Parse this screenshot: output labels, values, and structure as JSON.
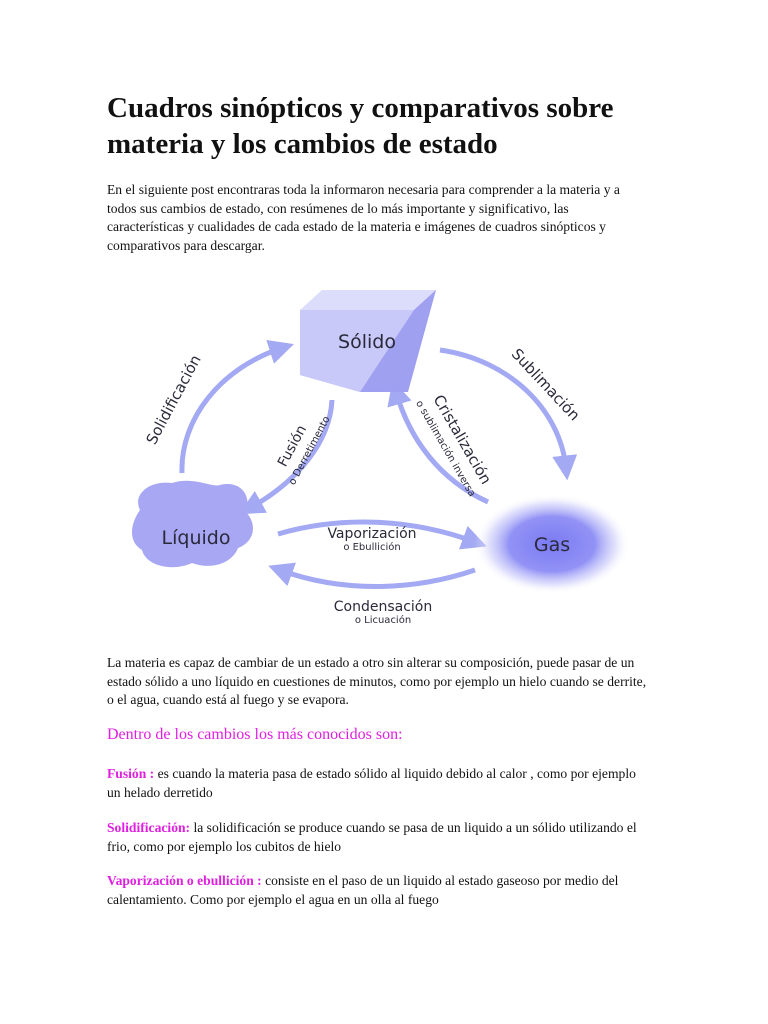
{
  "title": "Cuadros sinópticos y comparativos sobre materia y los cambios de estado",
  "intro": "En el siguiente post encontraras toda la informaron necesaria para comprender a la materia y a todos sus cambios de estado, con resúmenes de lo más importante y significativo, las características y cualidades de cada estado de la materia e imágenes de cuadros sinópticos y comparativos para descargar.",
  "diagram": {
    "states": {
      "solid": "Sólido",
      "liquid": "Líquido",
      "gas": "Gas"
    },
    "processes": {
      "solidification": "Solidificación",
      "sublimation": "Sublimación",
      "fusion": "Fusión",
      "fusion_alt": "o Derretimento",
      "crystallization": "Cristalización",
      "crystallization_alt": "o sublimación inversa",
      "vaporization": "Vaporización",
      "vaporization_alt": "o Ebullición",
      "condensation": "Condensación",
      "condensation_alt": "o Licuación"
    },
    "colors": {
      "cube_top": "#dcdcfb",
      "cube_front": "#c4c4f8",
      "cube_side": "#9f9ff1",
      "liquid": "#a7a7f3",
      "gas": "#8282f4",
      "arrow": "#a3a9f2"
    }
  },
  "after_diagram": "La materia es capaz de cambiar de un estado a otro sin alterar su composición, puede pasar de un estado sólido a uno líquido en cuestiones de minutos, como por ejemplo un hielo cuando se derrite, o el agua, cuando está al fuego y se evapora.",
  "subheading": "Dentro de los cambios los más conocidos son:",
  "items": [
    {
      "term": "Fusión :",
      "text": " es cuando la materia pasa de estado sólido al liquido debido al calor , como por ejemplo un helado derretido"
    },
    {
      "term": "Solidificación:",
      "text": " la solidificación se produce cuando se pasa de un liquido a un sólido utilizando el frio, como por ejemplo los cubitos de hielo"
    },
    {
      "term": "Vaporización o ebullición :",
      "text": " consiste en el paso de un liquido al estado gaseoso por medio del calentamiento. Como por ejemplo el agua en un olla al fuego"
    }
  ]
}
